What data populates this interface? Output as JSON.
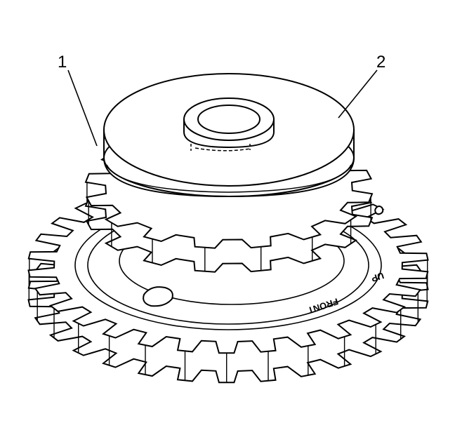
{
  "diagram": {
    "callouts": [
      {
        "id": "1",
        "label": "1"
      },
      {
        "id": "2",
        "label": "2"
      }
    ],
    "stamp_text": "FRONT",
    "stamp_prefix": "UP",
    "colors": {
      "line": "#000000",
      "fill": "#ffffff"
    },
    "large_gear_teeth": 30,
    "small_gear_teeth": 16
  }
}
